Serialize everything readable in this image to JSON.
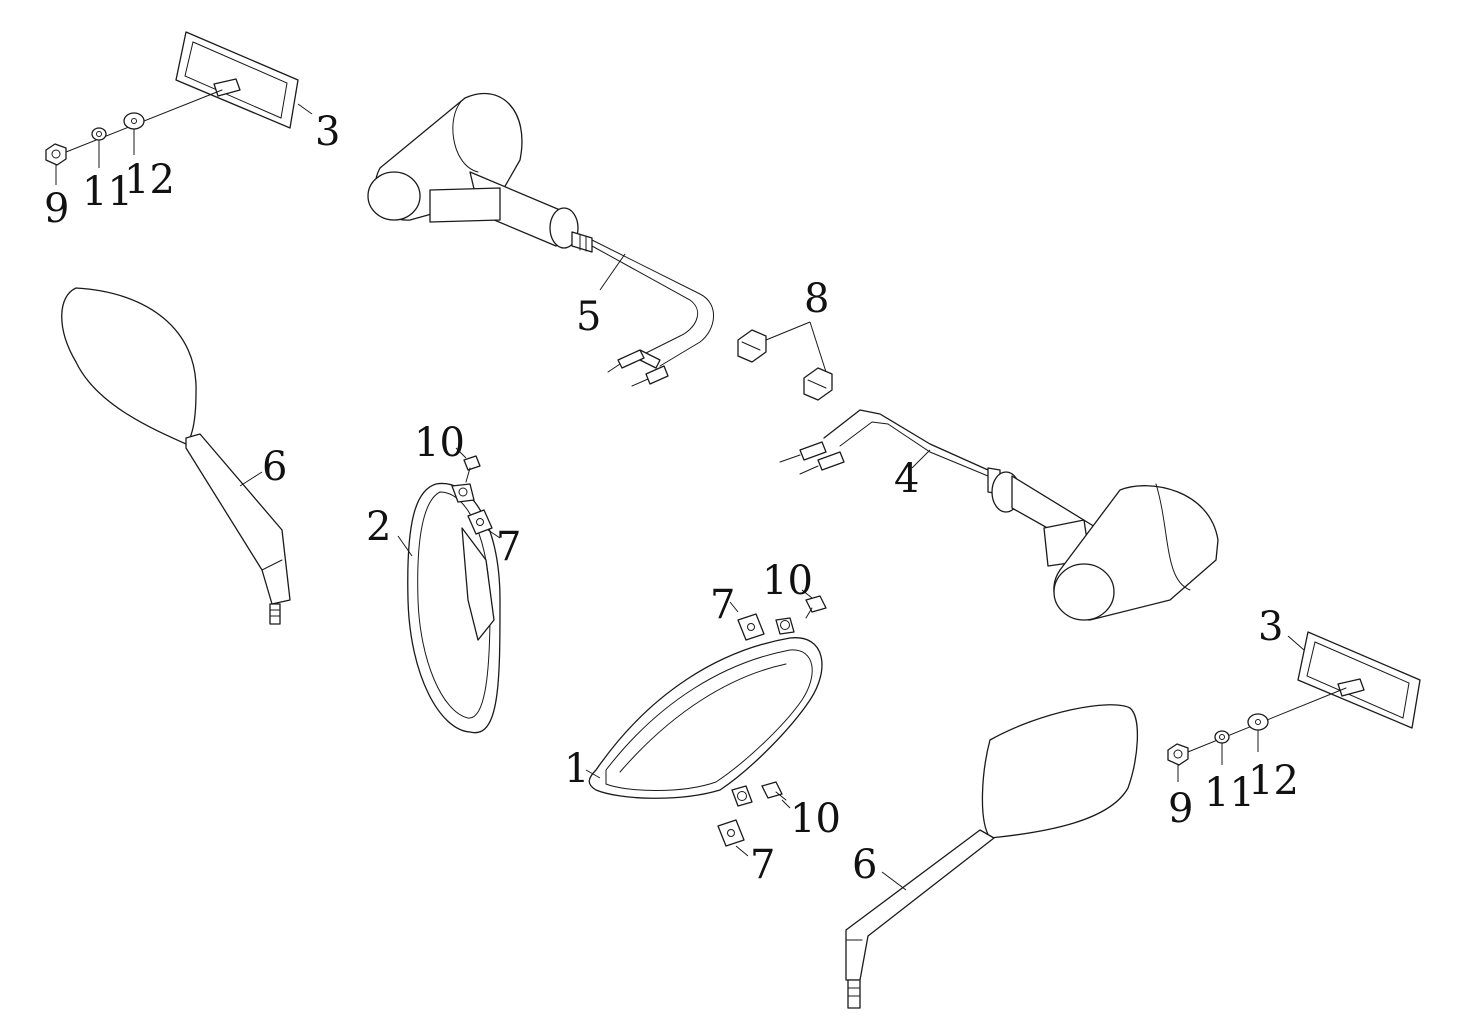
{
  "diagram": {
    "type": "exploded-parts-diagram",
    "line_color": "#1a1a1a",
    "background": "#ffffff",
    "callouts": {
      "c1": "1",
      "c2": "2",
      "c3a": "3",
      "c3b": "3",
      "c4": "4",
      "c5": "5",
      "c6a": "6",
      "c6b": "6",
      "c7a": "7",
      "c7b": "7",
      "c7c": "7",
      "c8": "8",
      "c9a": "9",
      "c9b": "9",
      "c10a": "10",
      "c10b": "10",
      "c10c": "10",
      "c11a": "11",
      "c11b": "11",
      "c12a": "12",
      "c12b": "12"
    }
  }
}
